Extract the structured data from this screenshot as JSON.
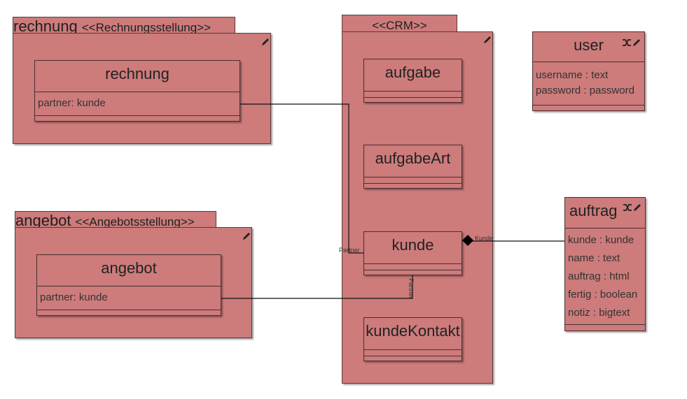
{
  "packages": {
    "rechnung": {
      "name": "rechnung",
      "stereotype": "<<Rechnungsstellung>>"
    },
    "angebot": {
      "name": "angebot",
      "stereotype": "<<Angebotsstellung>>"
    },
    "crm": {
      "stereotype": "<<CRM>>"
    }
  },
  "classes": {
    "rechnung": {
      "name": "rechnung",
      "attributes": [
        {
          "name": "partner",
          "type": "kunde"
        }
      ]
    },
    "angebot": {
      "name": "angebot",
      "attributes": [
        {
          "name": "partner",
          "type": "kunde"
        }
      ]
    },
    "aufgabe": {
      "name": "aufgabe"
    },
    "aufgabeArt": {
      "name": "aufgabeArt"
    },
    "kunde": {
      "name": "kunde"
    },
    "kundeKontakt": {
      "name": "kundeKontakt"
    },
    "user": {
      "name": "user",
      "attributes": [
        {
          "name": "username",
          "type": "text"
        },
        {
          "name": "password",
          "type": "password"
        }
      ]
    },
    "auftrag": {
      "name": "auftrag",
      "attributes": [
        {
          "name": "kunde",
          "type": "kunde"
        },
        {
          "name": "name",
          "type": "text"
        },
        {
          "name": "auftrag",
          "type": "html"
        },
        {
          "name": "fertig",
          "type": "boolean"
        },
        {
          "name": "notiz",
          "type": "bigtext"
        }
      ]
    }
  },
  "associations": {
    "rechnung_kunde_role": "Partner",
    "angebot_kunde_role": "Partner",
    "auftrag_kunde_role": "Kunde"
  },
  "colors": {
    "fill": "#cd7b7b",
    "border": "#4a2f2f"
  },
  "icons": {
    "edit": "pencil-icon",
    "shuffle": "shuffle-icon"
  }
}
